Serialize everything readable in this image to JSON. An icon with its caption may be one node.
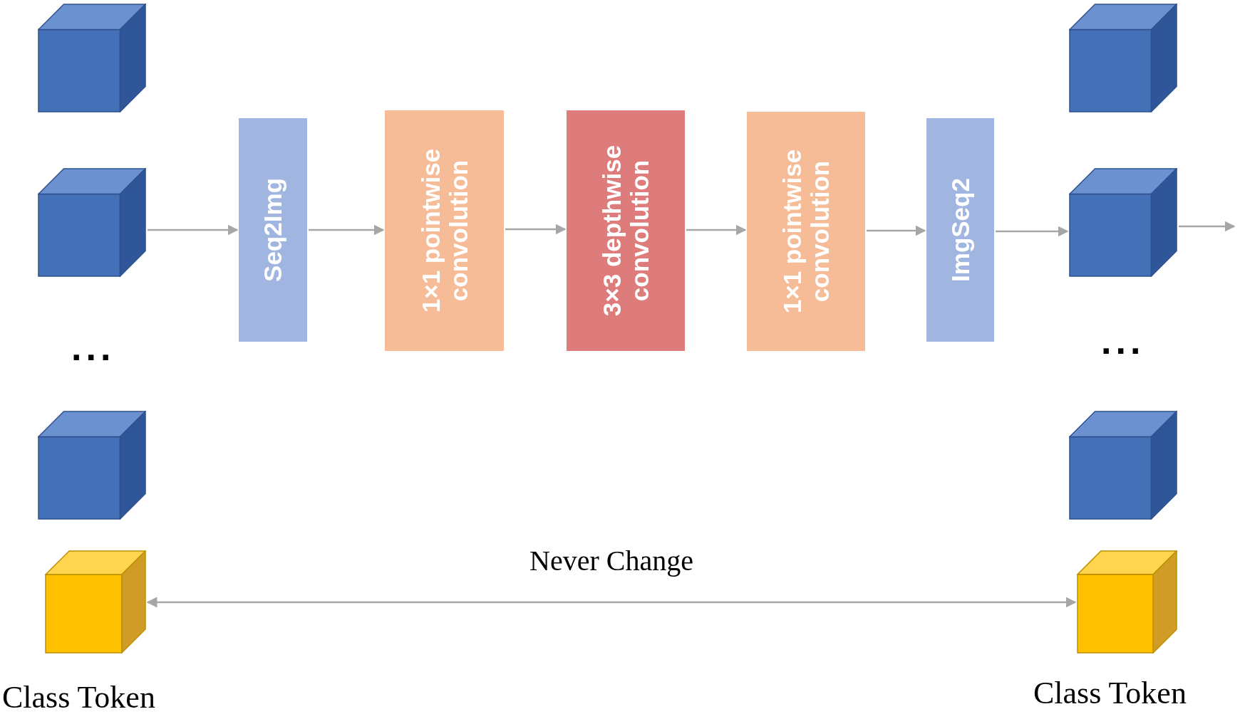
{
  "diagram": {
    "nodes": [
      {
        "text": [],
        "shape": "cube"
      },
      {
        "text": [],
        "shape": "cube"
      },
      {
        "text": [],
        "shape": "cube"
      },
      {
        "text": [],
        "shape": "cube",
        "beside": [
          "Class Token"
        ]
      },
      {
        "text": [
          "Seq2Img"
        ]
      },
      {
        "text": [
          "1×1 pointwise convolution"
        ]
      },
      {
        "text": [
          "3×3 depthwise convolution"
        ]
      },
      {
        "text": [
          "1×1 pointwise convolution"
        ]
      },
      {
        "text": [
          "ImgSeq2"
        ]
      },
      {
        "text": [],
        "shape": "cube"
      },
      {
        "text": [],
        "shape": "cube"
      },
      {
        "text": [],
        "shape": "cube"
      },
      {
        "text": [],
        "shape": "cube",
        "beside": [
          "Class Token"
        ]
      }
    ],
    "edges": [
      {
        "from": 1,
        "to": 4,
        "arrow": "to"
      },
      {
        "from": 4,
        "to": 5,
        "arrow": "to"
      },
      {
        "from": 5,
        "to": 6,
        "arrow": "to"
      },
      {
        "from": 6,
        "to": 7,
        "arrow": "to"
      },
      {
        "from": 7,
        "to": 8,
        "arrow": "to"
      },
      {
        "from": 8,
        "to": 10,
        "arrow": "to"
      },
      {
        "from": 10,
        "to": null,
        "arrow": "to"
      },
      {
        "from": 3,
        "to": 12,
        "arrow": "both",
        "label": "Never Change"
      }
    ],
    "labels": [
      "...",
      "..."
    ]
  }
}
